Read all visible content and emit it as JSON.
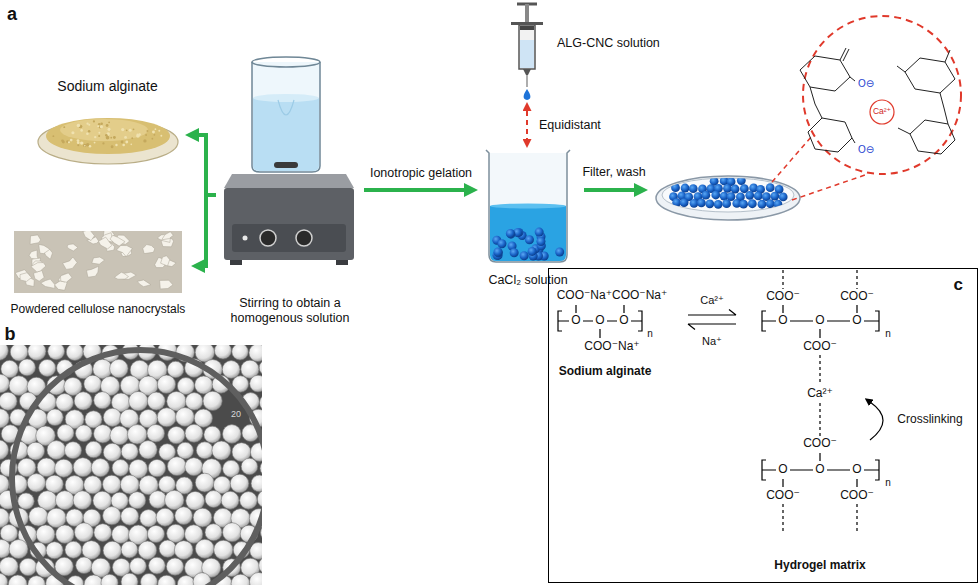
{
  "diagram": {
    "nodes": [
      {
        "text": [
          "Sodium alginate"
        ]
      },
      {
        "text": [
          "Powdered cellulose nanocrystals"
        ]
      },
      {
        "text": [
          "Stirring to obtain a homogenous solution"
        ]
      },
      {
        "text": [
          "ALG-CNC solution"
        ]
      },
      {
        "text": [
          "CaCl₂ solution"
        ]
      },
      {
        "text": [
          "c"
        ]
      }
    ],
    "edges": [
      {
        "from": 2,
        "to": 0,
        "arrow": "to"
      },
      {
        "from": 2,
        "to": 1,
        "arrow": "to"
      },
      {
        "from": 2,
        "to": 4,
        "label": "Ionotropic gelation",
        "arrow": "to"
      },
      {
        "from": 3,
        "to": 4,
        "label": "Equidistant",
        "arrow": "both"
      }
    ],
    "labels": [
      "a",
      "Filter, wash",
      "b",
      "20",
      "O⊖",
      "O⊖",
      "Ca²⁺",
      "COO⁻Na⁺COO⁻Na⁺",
      "O",
      "O",
      "O",
      "n",
      "COO⁻Na⁺",
      "Sodium alginate",
      "Ca²⁺",
      "Na⁺",
      "COO⁻",
      "COO⁻",
      "O",
      "O",
      "O",
      "n",
      "COO⁻",
      "Ca²⁺",
      "Crosslinking",
      "COO⁻",
      "O",
      "O",
      "O",
      "n",
      "COO⁻",
      "COO⁻",
      "Hydrogel matrix"
    ]
  }
}
